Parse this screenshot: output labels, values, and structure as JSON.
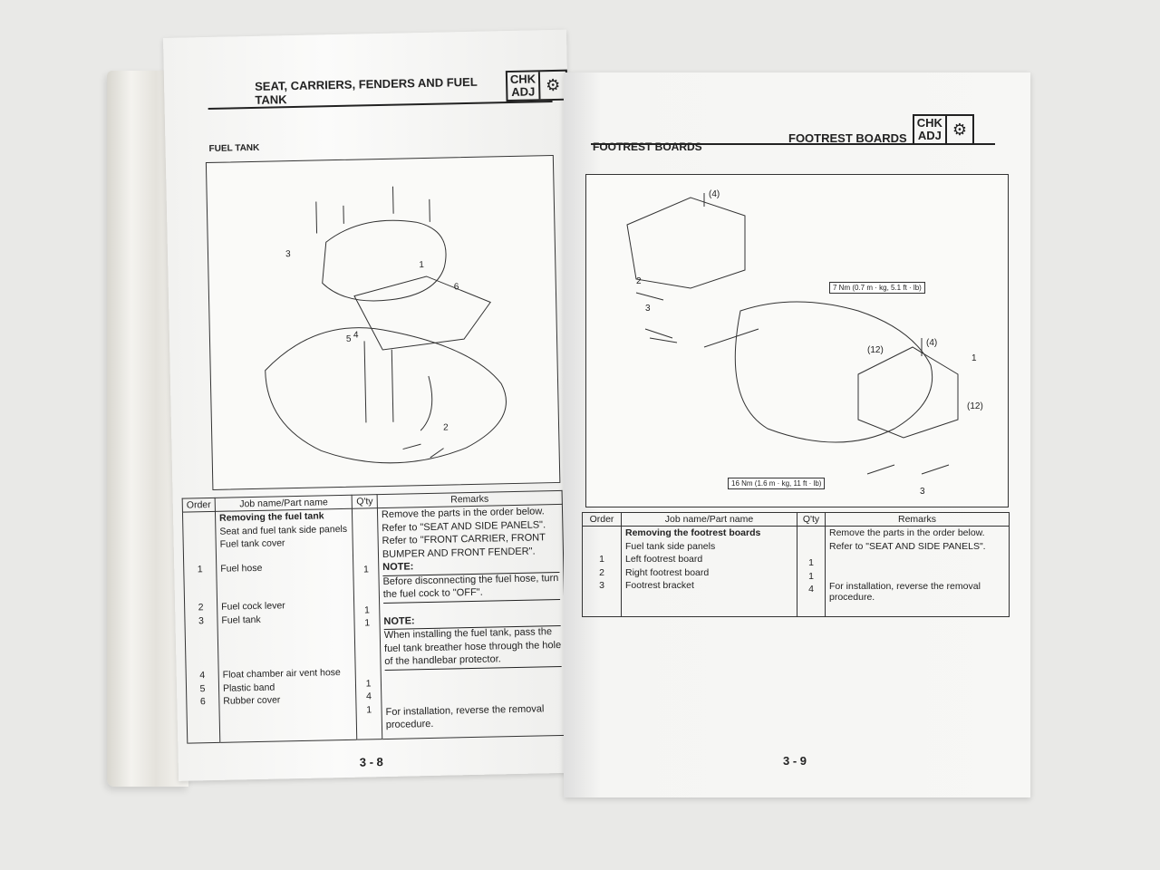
{
  "left_page": {
    "header_title": "SEAT, CARRIERS, FENDERS AND FUEL TANK",
    "badge_text": [
      "CHK",
      "ADJ"
    ],
    "badge_icon": "wrench-tools-icon",
    "section_title": "FUEL TANK",
    "callouts": [
      "1",
      "2",
      "3",
      "4",
      "5",
      "6"
    ],
    "table": {
      "headers": [
        "Order",
        "Job name/Part name",
        "Q'ty",
        "Remarks"
      ],
      "rows": [
        {
          "order": "",
          "name": "Removing the fuel tank",
          "qty": "",
          "bold": true
        },
        {
          "order": "",
          "name": "Seat and fuel tank side panels",
          "qty": ""
        },
        {
          "order": "",
          "name": "Fuel tank cover",
          "qty": ""
        },
        {
          "order": "1",
          "name": "Fuel hose",
          "qty": "1"
        },
        {
          "order": "2",
          "name": "Fuel cock lever",
          "qty": "1"
        },
        {
          "order": "3",
          "name": "Fuel tank",
          "qty": "1"
        },
        {
          "order": "4",
          "name": "Float chamber air vent hose",
          "qty": "1"
        },
        {
          "order": "5",
          "name": "Plastic band",
          "qty": "4"
        },
        {
          "order": "6",
          "name": "Rubber cover",
          "qty": "1"
        }
      ],
      "remarks": [
        "Remove the parts in the order below.",
        "Refer to \"SEAT AND SIDE PANELS\".",
        "Refer to \"FRONT CARRIER, FRONT",
        "BUMPER AND FRONT FENDER\"."
      ],
      "note1_label": "NOTE:",
      "note1_text": [
        "Before disconnecting the fuel hose, turn",
        "the fuel cock to \"OFF\"."
      ],
      "note2_label": "NOTE:",
      "note2_text": [
        "When installing the fuel tank, pass the",
        "fuel tank breather hose through the hole",
        "of the handlebar protector."
      ],
      "footer_remark": [
        "For installation, reverse the removal",
        "procedure."
      ]
    },
    "page_number": "3 - 8"
  },
  "right_page": {
    "header_title": "FOOTREST BOARDS",
    "badge_text": [
      "CHK",
      "ADJ"
    ],
    "badge_icon": "wrench-tools-icon",
    "section_title": "FOOTREST BOARDS",
    "torque_1": "7 Nm (0.7 m · kg, 5.1 ft · lb)",
    "torque_2": "16 Nm (1.6 m · kg, 11 ft · lb)",
    "callouts": [
      "(4)",
      "2",
      "3",
      "(12)",
      "(4)",
      "1",
      "(12)",
      "3"
    ],
    "table": {
      "headers": [
        "Order",
        "Job name/Part name",
        "Q'ty",
        "Remarks"
      ],
      "rows": [
        {
          "order": "",
          "name": "Removing the footrest boards",
          "qty": "",
          "bold": true
        },
        {
          "order": "",
          "name": "Fuel tank side panels",
          "qty": ""
        },
        {
          "order": "1",
          "name": "Left footrest board",
          "qty": "1"
        },
        {
          "order": "2",
          "name": "Right footrest board",
          "qty": "1"
        },
        {
          "order": "3",
          "name": "Footrest bracket",
          "qty": "4"
        }
      ],
      "remarks": [
        "Remove the parts in the order below.",
        "Refer to \"SEAT AND SIDE PANELS\"."
      ],
      "footer_remark": [
        "For installation, reverse the removal",
        "procedure."
      ]
    },
    "page_number": "3 - 9"
  }
}
